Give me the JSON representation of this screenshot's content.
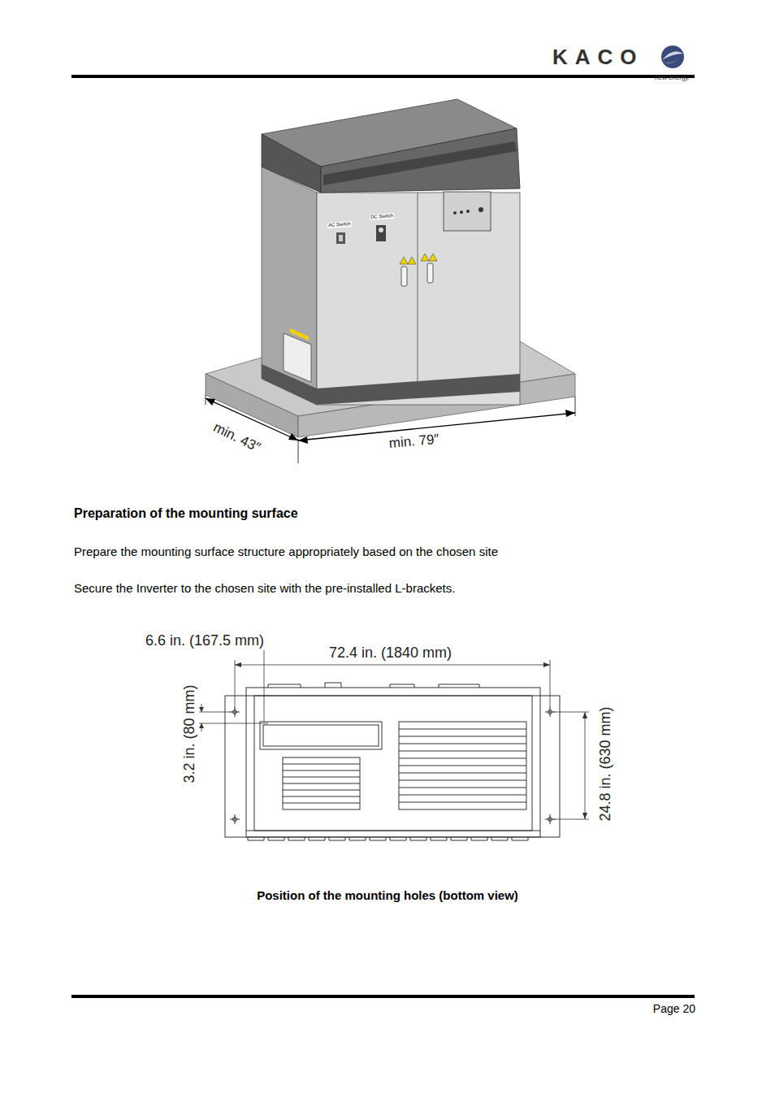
{
  "diagram": {
    "title": "Preparation of the mounting surface",
    "caption": "Position of the mounting holes (bottom view)",
    "labels": [
      "KACO",
      "new energy.",
      "AC Switch",
      "DC Switch",
      "min. 43″",
      "min. 79″",
      "Prepare the mounting surface structure appropriately based on the chosen site",
      "Secure the Inverter to the chosen site with the pre-installed L-brackets.",
      "6.6 in. (167.5 mm)",
      "72.4 in. (1840 mm)",
      "3.2 in. (80 mm)",
      "24.8 in. (630 mm)",
      "Page 20"
    ]
  }
}
